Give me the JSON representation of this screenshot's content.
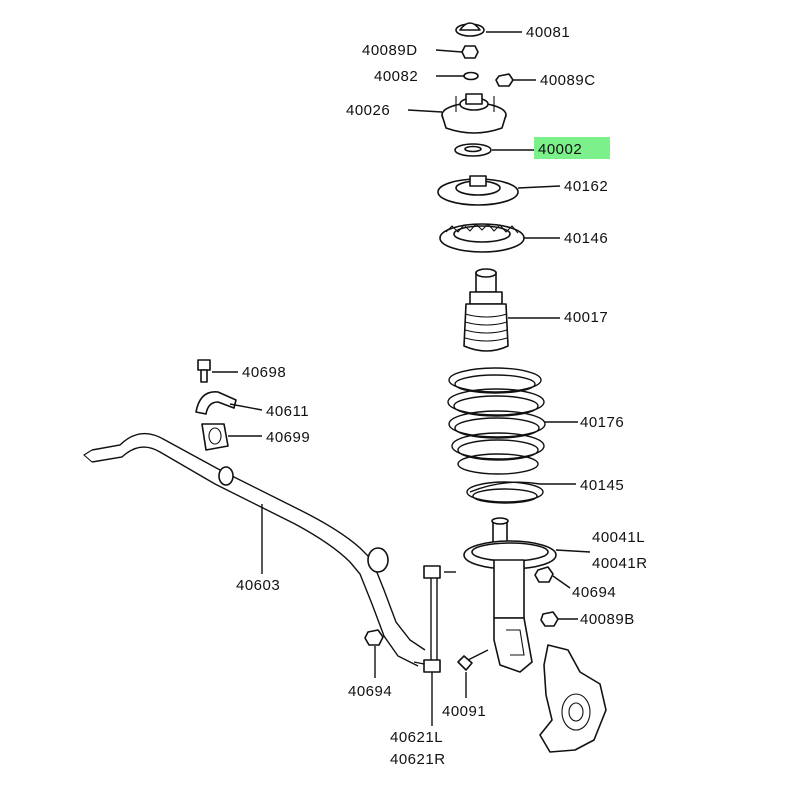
{
  "highlight_color": "#7CF08A",
  "labels": {
    "p40081": "40081",
    "p40089D": "40089D",
    "p40082": "40082",
    "p40089C": "40089C",
    "p40026": "40026",
    "p40002": "40002",
    "p40162": "40162",
    "p40146": "40146",
    "p40017": "40017",
    "p40698": "40698",
    "p40611": "40611",
    "p40699": "40699",
    "p40176": "40176",
    "p40145": "40145",
    "p40041L": "40041L",
    "p40041R": "40041R",
    "p40603": "40603",
    "p40694a": "40694",
    "p40089B": "40089B",
    "p40694b": "40694",
    "p40091": "40091",
    "p40621L": "40621L",
    "p40621R": "40621R"
  }
}
